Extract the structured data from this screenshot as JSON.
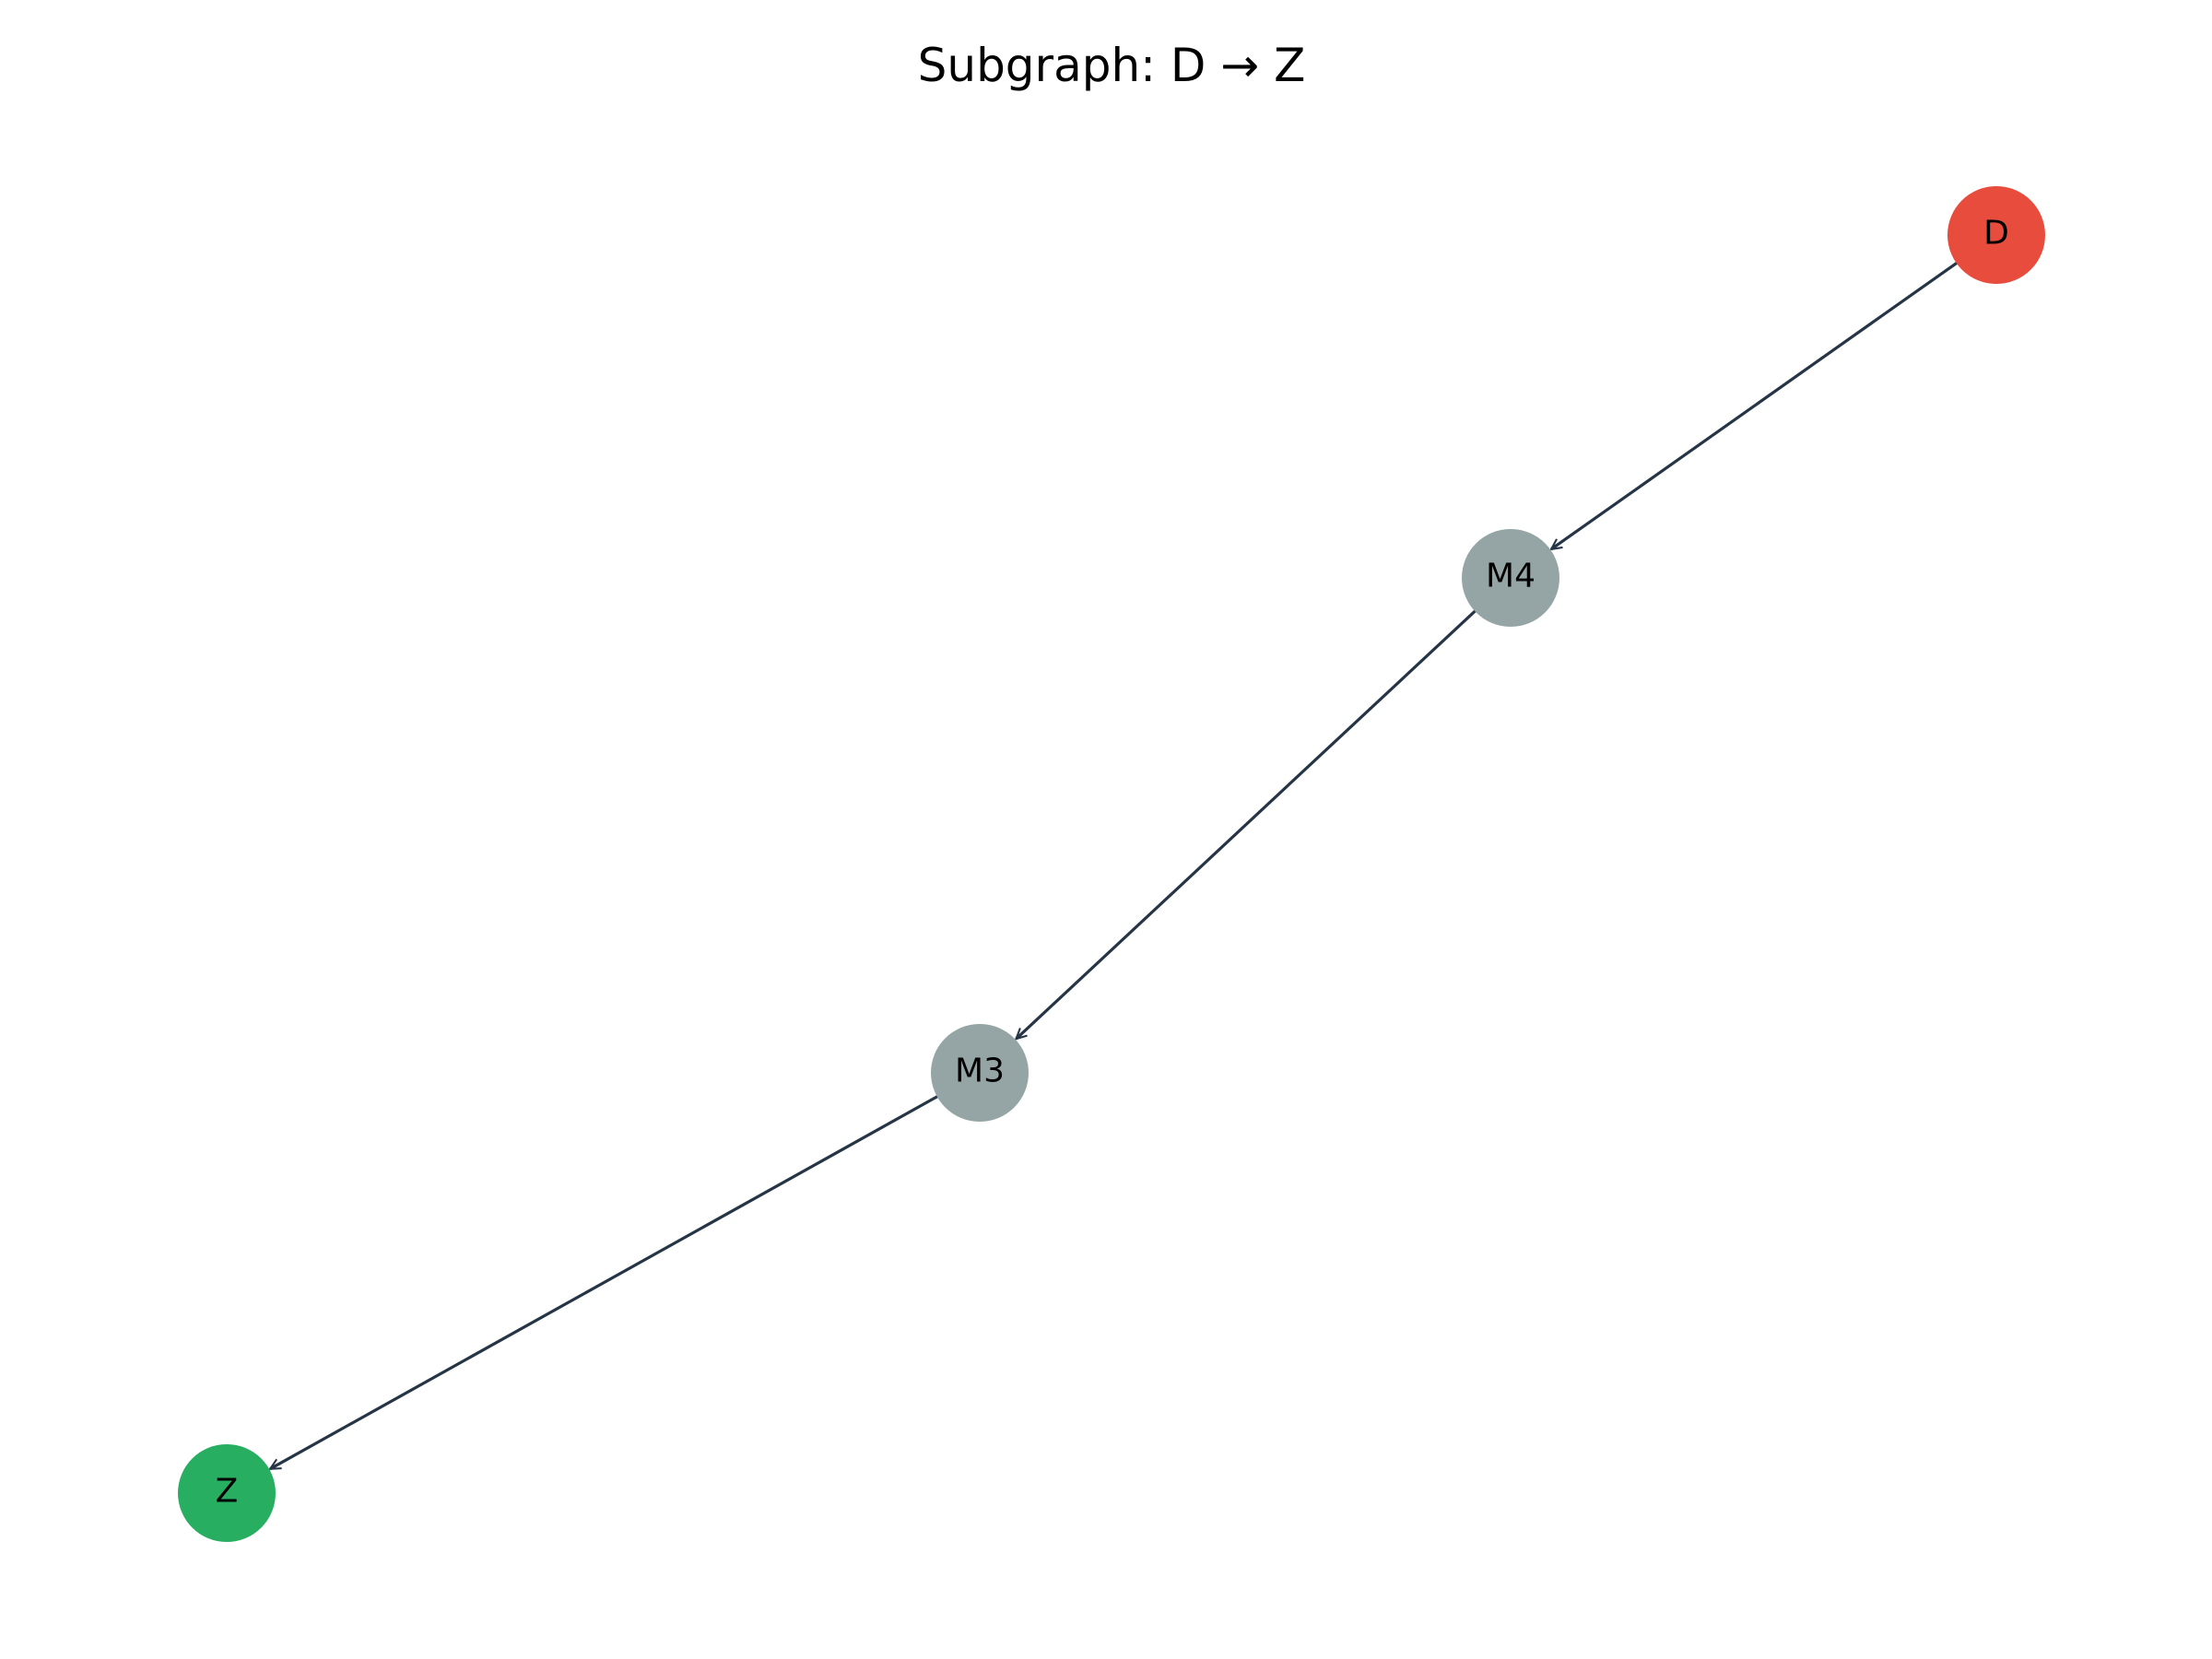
{
  "title": "Subgraph: D → Z",
  "colors": {
    "edge": "#263545",
    "source_node": "#e74c3c",
    "intermediate_node": "#95a5a6",
    "target_node": "#27ae60",
    "label": "#000000"
  },
  "nodes": [
    {
      "id": "D",
      "label": "D",
      "role": "source_node"
    },
    {
      "id": "M4",
      "label": "M4",
      "role": "intermediate_node"
    },
    {
      "id": "M3",
      "label": "M3",
      "role": "intermediate_node"
    },
    {
      "id": "Z",
      "label": "Z",
      "role": "target_node"
    }
  ],
  "edges": [
    {
      "from": "D",
      "to": "M4"
    },
    {
      "from": "M4",
      "to": "M3"
    },
    {
      "from": "M3",
      "to": "Z"
    }
  ]
}
